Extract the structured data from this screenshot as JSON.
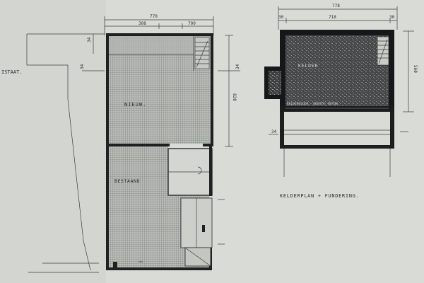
{
  "labels": {
    "left_edge": "ISTAAT.",
    "room_top_left": "NIEUW.",
    "room_bottom_left": "BESTAAND",
    "room_cellar": "KELDER",
    "cellar_floor_note": "KELDERVLOER. (BOCHT) BETON",
    "sheet_title": "KELDERPLAN + FUNDERING."
  },
  "dims": {
    "left_overall_width": "770",
    "left_part_a": "308",
    "left_part_b": "700",
    "left_side_height": "820",
    "left_mark_1": "34",
    "left_mark_2": "34",
    "left_mark_3": "34",
    "right_overall_width": "778",
    "right_inner_width": "718",
    "right_wall_left": "30",
    "right_wall_right": "30",
    "right_side_height": "560",
    "right_side_small": "34"
  }
}
